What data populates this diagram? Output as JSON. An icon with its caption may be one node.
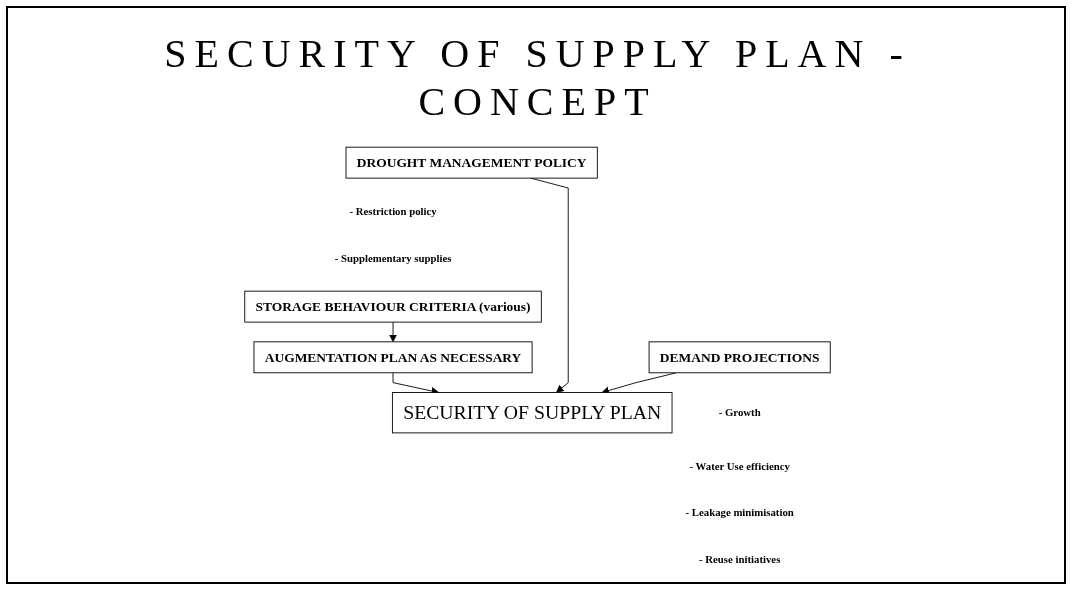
{
  "diagram": {
    "title": "SECURITY OF SUPPLY PLAN - CONCEPT",
    "nodes": [
      {
        "text": [
          "DROUGHT MANAGEMENT POLICY"
        ],
        "beside": [
          "- Restriction policy",
          "- Supplementary supplies"
        ]
      },
      {
        "text": [
          "DEMAND PROJECTIONS"
        ],
        "beside": [
          "- Growth",
          "- Water Use efficiency",
          "- Leakage minimisation",
          "- Reuse initiatives"
        ]
      },
      {
        "text": [
          "STORAGE BEHAVIOUR CRITERIA (various)"
        ]
      },
      {
        "text": [
          "AUGMENTATION PLAN AS NECESSARY"
        ]
      },
      {
        "text": [
          "SECURITY OF SUPPLY PLAN"
        ]
      }
    ],
    "edges": [
      {
        "from": 2,
        "to": 3,
        "arrow": "to"
      },
      {
        "from": 3,
        "to": 4,
        "arrow": "to"
      },
      {
        "from": 0,
        "to": 4,
        "arrow": "to"
      },
      {
        "from": 1,
        "to": 4,
        "arrow": "to"
      }
    ]
  }
}
